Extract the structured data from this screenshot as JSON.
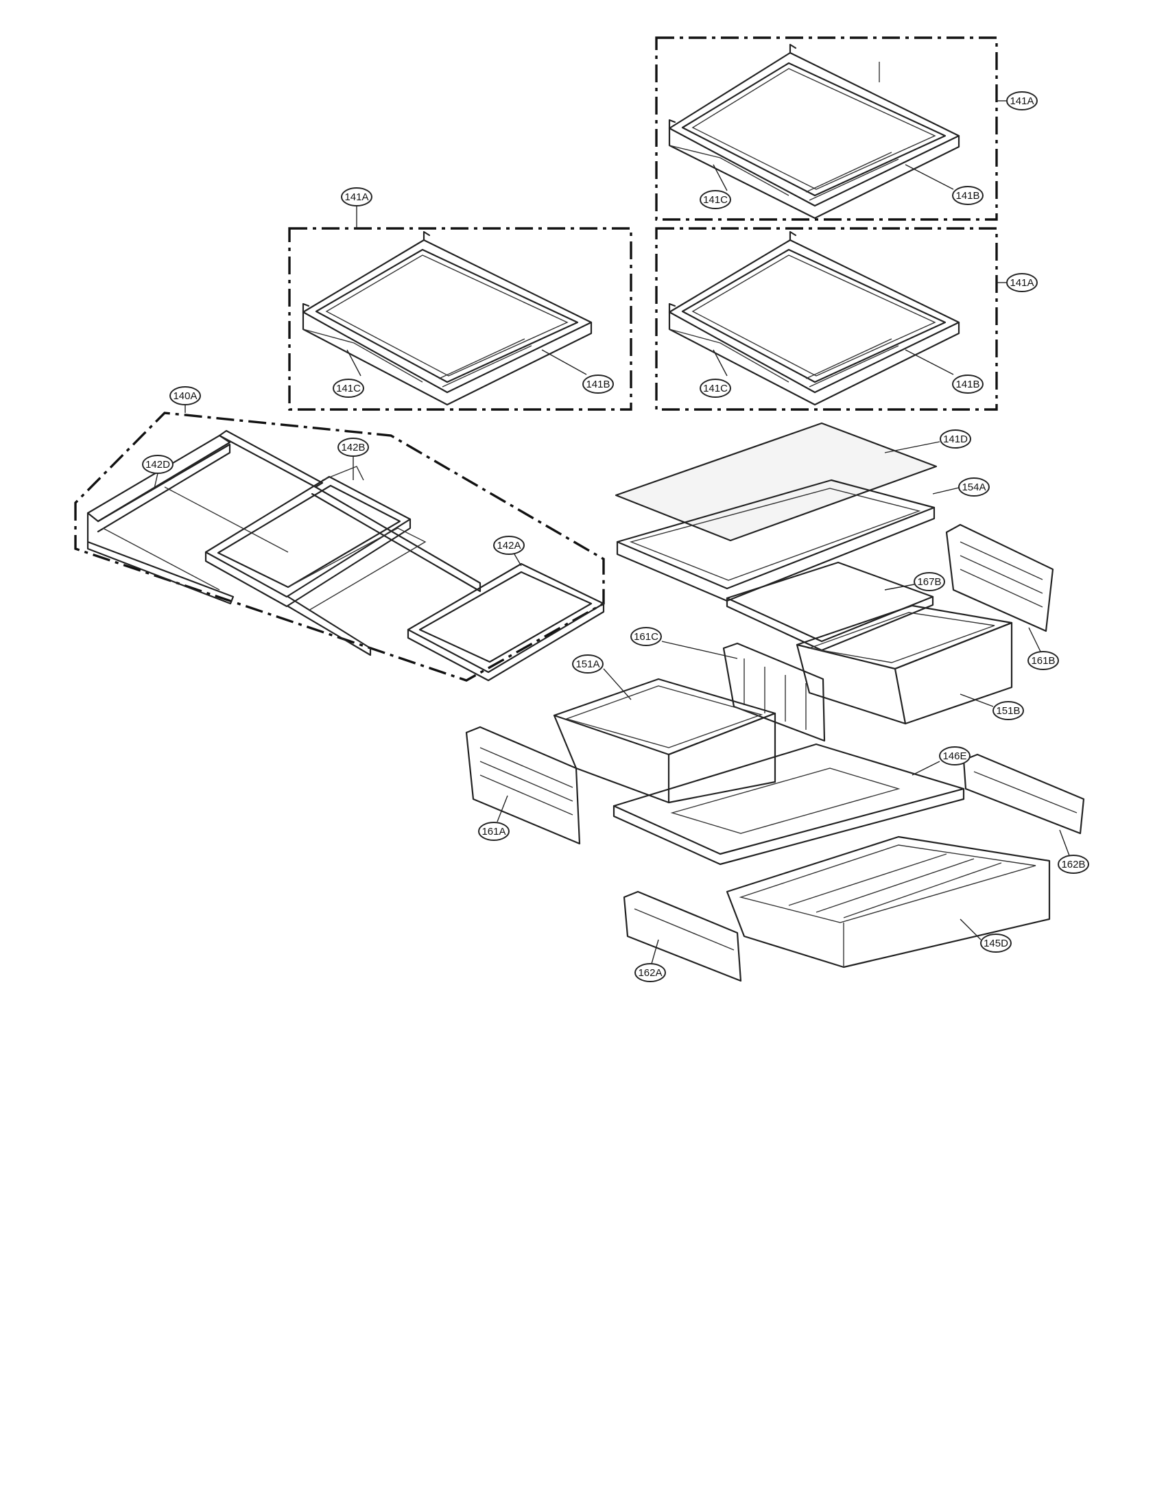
{
  "callouts": {
    "c141A_top": "141A",
    "c141B_top": "141B",
    "c141C_top": "141C",
    "c141A_mid_right": "141A",
    "c141B_mid_right": "141B",
    "c141C_mid_right": "141C",
    "c141A_mid_left": "141A",
    "c141B_mid_left": "141B",
    "c141C_mid_left": "141C",
    "c140A": "140A",
    "c142D": "142D",
    "c142B": "142B",
    "c142A": "142A",
    "c141D": "141D",
    "c154A": "154A",
    "c167B": "167B",
    "c161B": "161B",
    "c161C": "161C",
    "c151A": "151A",
    "c151B": "151B",
    "c146E": "146E",
    "c161A": "161A",
    "c162B": "162B",
    "c145D": "145D",
    "c162A": "162A"
  }
}
